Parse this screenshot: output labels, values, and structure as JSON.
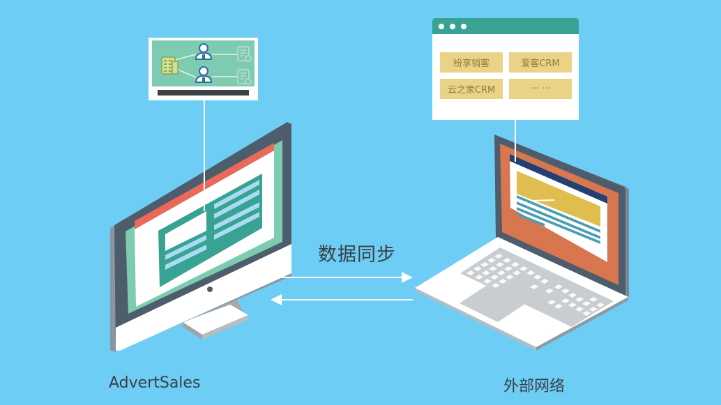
{
  "diagram": {
    "title": "数据同步",
    "left_system": {
      "label": "AdvertSales",
      "device": "desktop-monitor",
      "callout": {
        "icons": [
          "building-icon",
          "user-icon",
          "user-icon",
          "document-clock-icon",
          "document-clock-icon"
        ]
      }
    },
    "right_system": {
      "label": "外部网络",
      "device": "laptop",
      "callout": {
        "window_dots": 3,
        "items": [
          "纷享销客",
          "爱客CRM",
          "云之家CRM",
          "··· ···"
        ]
      }
    },
    "arrows": [
      {
        "direction": "right",
        "from": "AdvertSales",
        "to": "外部网络"
      },
      {
        "direction": "left",
        "from": "外部网络",
        "to": "AdvertSales"
      }
    ]
  },
  "colors": {
    "background": "#6dcdf5",
    "monitor_bezel": "#4e5d6b",
    "monitor_accent": "#7dcbb0",
    "monitor_red": "#e96a5b",
    "teal": "#38a293",
    "light_blue_lines": "#a9dcf3",
    "laptop_orange": "#d8764f",
    "laptop_navy": "#243f72",
    "laptop_yellow": "#dfbd4e",
    "laptop_lines": "#4c9db2",
    "crm_item_bg": "#ead287",
    "crm_item_text": "#8e7a3c",
    "label_text": "#3b3f45"
  }
}
